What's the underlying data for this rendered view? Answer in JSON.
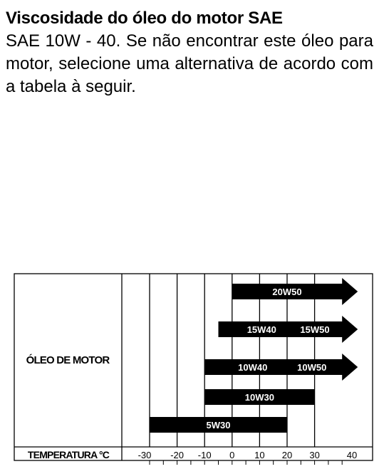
{
  "heading": "Viscosidade do óleo do motor SAE",
  "paragraph": " SAE  10W - 40. Se não encontrar este óleo para motor, selecione uma alternativa de acordo com a tabela à seguir.",
  "chart_data": {
    "type": "table",
    "row_label": "ÓLEO DE MOTOR",
    "axis_label": "TEMPERATURA °C",
    "ticks": [
      -30,
      -20,
      -10,
      0,
      10,
      20,
      30,
      40
    ],
    "bars": [
      {
        "labels": [
          "20W50"
        ],
        "from": 0,
        "to": 40,
        "arrow": true
      },
      {
        "labels": [
          "15W40",
          "15W50"
        ],
        "from": -5,
        "to": 40,
        "arrow": true
      },
      {
        "labels": [
          "10W40",
          "10W50"
        ],
        "from": -10,
        "to": 40,
        "arrow": true
      },
      {
        "labels": [
          "10W30"
        ],
        "from": -10,
        "to": 30,
        "arrow": false
      },
      {
        "labels": [
          "5W30"
        ],
        "from": -30,
        "to": 20,
        "arrow": false
      }
    ]
  }
}
